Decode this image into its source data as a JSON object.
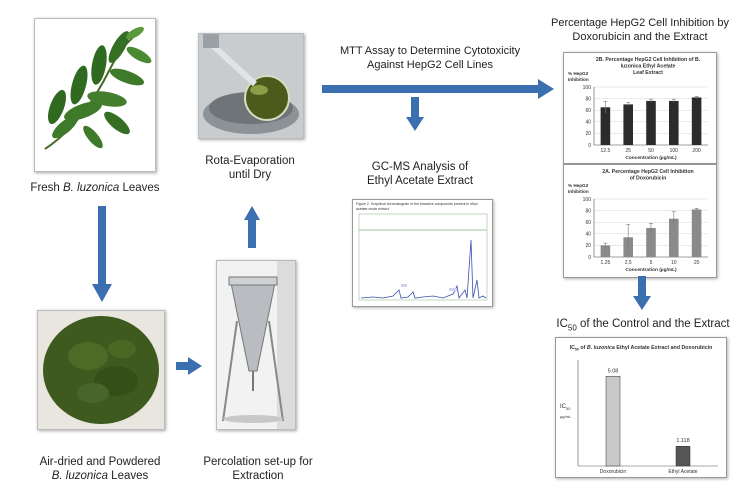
{
  "captions": {
    "fresh_leaves": [
      "Fresh ",
      "B. luzonica",
      " Leaves"
    ],
    "rota": [
      "Rota-Evaporation",
      "until Dry"
    ],
    "powder": [
      "Air-dried and Powdered",
      "B. luzonica",
      " Leaves"
    ],
    "percolation": [
      "Percolation set-up for",
      "Extraction"
    ],
    "mtt": [
      "MTT Assay to Determine Cytotoxicity",
      "Against HepG2 Cell Lines"
    ],
    "gcms": [
      "GC-MS Analysis of",
      "Ethyl Acetate Extract"
    ],
    "inhibition": [
      "Percentage HepG2 Cell Inhibition by",
      "Doxorubicin and the Extract"
    ],
    "ic50": [
      "IC",
      "50",
      " of the Control and the Extract"
    ]
  },
  "gcms_panel": {
    "title": "Figure 2. Graphical chromatogram of the bioactive compounds present in ethyl acetate crude extract"
  },
  "chart_data": [
    {
      "type": "bar",
      "title": "2B. Percentage HepG2 Cell Inhibition of B. luzonica Ethyl Acetate Leaf Extract",
      "title_lines": [
        "2B. Percentage HepG2 Cell Inhibition of B.",
        "luzonica Ethyl Acetate",
        "Leaf Extract"
      ],
      "ylabel_lines": [
        "% HepG2",
        "Inhibition"
      ],
      "xlabel": "Concentration  (µg/mL)",
      "categories": [
        "12.5",
        "25",
        "50",
        "100",
        "200"
      ],
      "values": [
        65,
        70,
        76,
        76,
        82
      ],
      "errors": [
        10,
        3,
        3,
        3,
        2
      ],
      "ylim": [
        0,
        100
      ],
      "yticks": [
        "0",
        "20",
        "40",
        "60",
        "80",
        "100"
      ],
      "bar_color": "#2b2b2b"
    },
    {
      "type": "bar",
      "title": "2A. Percentage HepG2 Cell Inhibition of Doxorubicin",
      "title_lines": [
        "2A. Percentage HepG2 Cell Inhibition",
        "of Doxorubicin"
      ],
      "ylabel_lines": [
        "% HepG2",
        "Inhibition"
      ],
      "xlabel": "Concentration  (µg/mL)",
      "categories": [
        "1.25",
        "2.5",
        "5",
        "10",
        "20"
      ],
      "values": [
        20,
        34,
        50,
        66,
        82
      ],
      "errors": [
        4,
        22,
        8,
        12,
        2
      ],
      "ylim": [
        0,
        100
      ],
      "yticks": [
        "0",
        "20",
        "40",
        "60",
        "80",
        "100"
      ],
      "bar_color": "#8a8a8a"
    },
    {
      "type": "bar",
      "title": "IC50 of B. luzonica Ethyl Acetate Extract and Doxorubicin",
      "title_parts": [
        "IC",
        "50",
        " of ",
        "B. luzonica",
        " Ethyl Acetate Extract  and Doxorubicin"
      ],
      "ylabel": "IC50 µg/mL",
      "ylabel_parts": [
        "IC",
        "50",
        "µg/mL"
      ],
      "categories": [
        "Doxorubicin",
        "Ethyl Acetate"
      ],
      "values": [
        5.08,
        1.118
      ],
      "data_labels": [
        "5.08",
        "1.118"
      ],
      "ylim": [
        0,
        6
      ],
      "bar_colors": [
        "#c9c9c9",
        "#555555"
      ]
    }
  ],
  "colors": {
    "arrow": "#3a6fb0",
    "leaf": "#3f7a2a",
    "powder": "#3e5a1e"
  }
}
